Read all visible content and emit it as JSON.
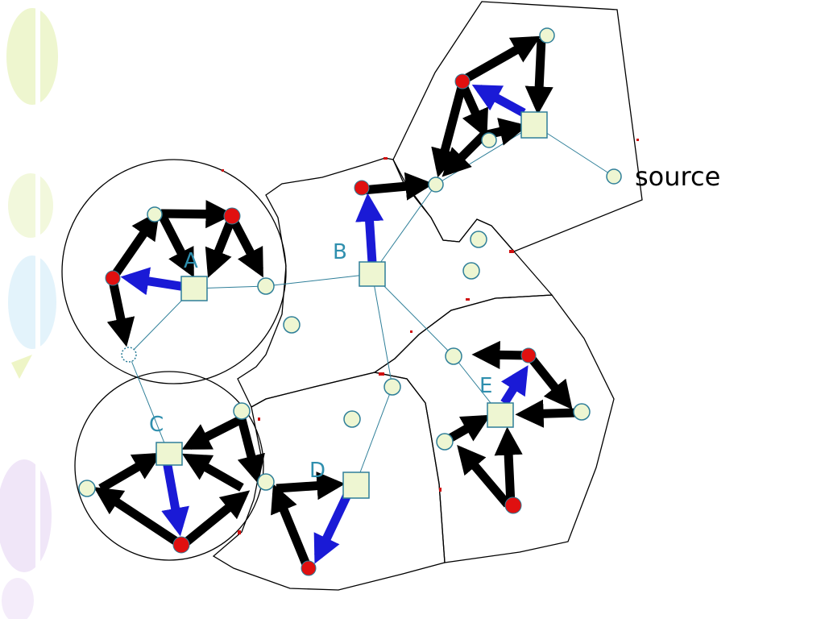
{
  "labels": {
    "source": "source",
    "clusters": [
      "A",
      "B",
      "C",
      "D",
      "E"
    ]
  },
  "icons": {
    "node": "circle-node-icon",
    "head": "square-cluster-head-icon",
    "active": "red-node-icon"
  },
  "colors": {
    "node_fill": "#eef6d2",
    "node_stroke": "#2f7f99",
    "active_node": "#e01010",
    "black_arrow": "#000000",
    "blue_arrow": "#1a1ad6",
    "link": "#2f7f99",
    "label": "#2f8fae",
    "decor_green": "#eef6cf",
    "decor_blue": "#e3f3fb",
    "decor_purple": "#f0e6f8"
  }
}
